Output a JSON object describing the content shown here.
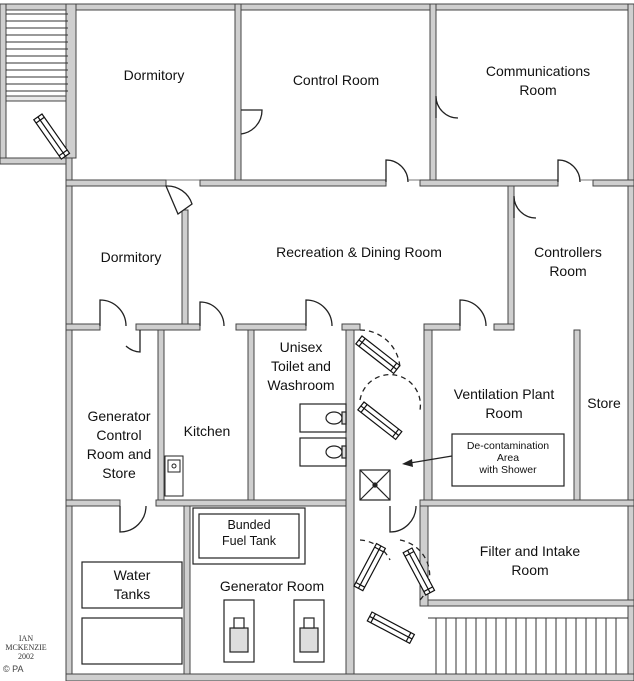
{
  "rooms": {
    "dormitory_top": "Dormitory",
    "control_room": "Control Room",
    "communications_room": [
      "Communications",
      "Room"
    ],
    "dormitory_mid": "Dormitory",
    "recreation_dining": "Recreation & Dining Room",
    "controllers_room": [
      "Controllers",
      "Room"
    ],
    "generator_control": [
      "Generator",
      "Control",
      "Room and",
      "Store"
    ],
    "kitchen": "Kitchen",
    "unisex_toilet": [
      "Unisex",
      "Toilet and",
      "Washroom"
    ],
    "ventilation_plant": [
      "Ventilation Plant",
      "Room"
    ],
    "store": "Store",
    "decontamination": [
      "De-contamination",
      "Area",
      "with Shower"
    ],
    "bunded_fuel_tank": [
      "Bunded",
      "Fuel Tank"
    ],
    "water_tanks": [
      "Water",
      "Tanks"
    ],
    "generator_room": "Generator Room",
    "filter_intake": [
      "Filter and Intake",
      "Room"
    ]
  },
  "credit": {
    "artist": "IAN MCKENZIE",
    "year": "2002",
    "source": "© PA"
  }
}
